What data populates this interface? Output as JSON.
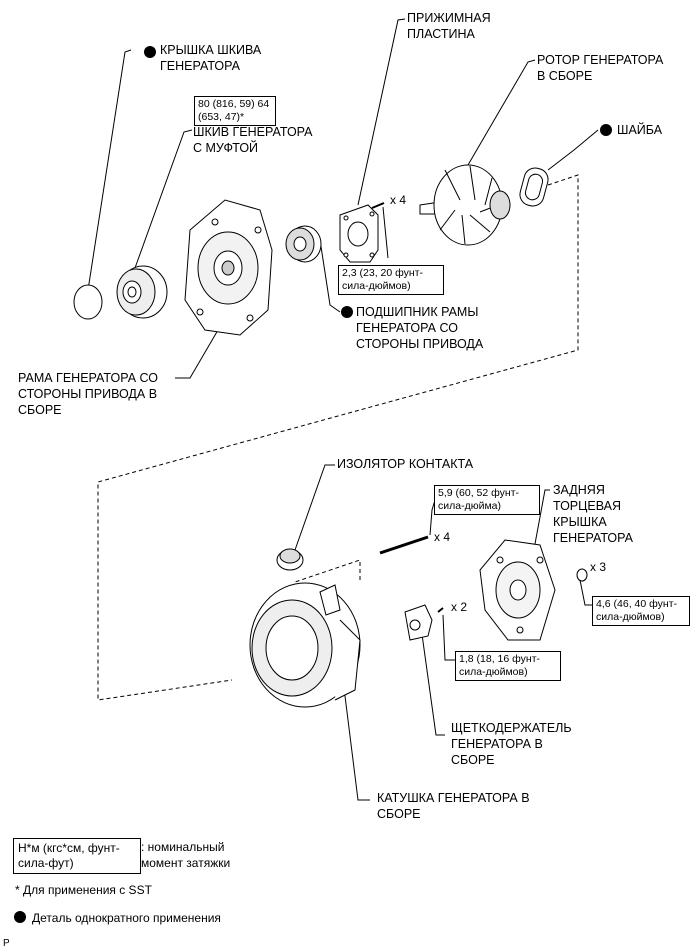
{
  "labels": {
    "pulley_cover": "КРЫШКА ШКИВА\nГЕНЕРАТОРА",
    "clutch_pulley": "ШКИВ ГЕНЕРАТОРА\nС МУФТОЙ",
    "retainer_plate": "ПРИЖИМНАЯ\nПЛАСТИНА",
    "rotor": "РОТОР ГЕНЕРАТОРА\nВ СБОРЕ",
    "washer": "ШАЙБА",
    "bearing": "ПОДШИПНИК РАМЫ\nГЕНЕРАТОРА СО\nСТОРОНЫ ПРИВОДА",
    "drive_frame": "РАМА ГЕНЕРАТОРА СО\nСТОРОНЫ ПРИВОДА В\nСБОРЕ",
    "terminal_insulator": "ИЗОЛЯТОР КОНТАКТА",
    "rear_cover": "ЗАДНЯЯ\nТОРЦЕВАЯ\nКРЫШКА\nГЕНЕРАТОРА",
    "brush_holder": "ЩЕТКОДЕРЖАТЕЛЬ\nГЕНЕРАТОРА В\nСБОРЕ",
    "coil": "КАТУШКА ГЕНЕРАТОРА В\nСБОРЕ"
  },
  "torques": {
    "pulley": "80 (816, 59) 64\n(653, 47)*",
    "plate": "2,3 (23, 20 фунт-\nсила-дюймов)",
    "bolt_long": "5,9 (60, 52 фунт-\nсила-дюйма)",
    "nut_rear": "4,6 (46, 40 фунт-\nсила-дюймов)",
    "brush": "1,8 (18, 16 фунт-\nсила-дюймов)"
  },
  "quantities": {
    "plate_screws": "x 4",
    "long_bolts": "x 4",
    "rear_nuts": "x 3",
    "brush_screws": "x 2"
  },
  "legend": {
    "unit_box": "Н*м (кгс*см, фунт-\nсила-фут)",
    "unit_desc": ": номинальный\nмомент затяжки",
    "sst_note": "* Для применения с SST",
    "single_use": "Деталь однократного применения",
    "corner": "P"
  }
}
